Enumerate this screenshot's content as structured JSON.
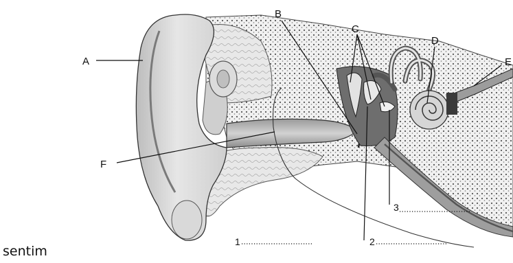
{
  "labels": {
    "a": "A",
    "b": "B",
    "c": "C",
    "d": "D",
    "e": "E",
    "f": "F"
  },
  "blanks": {
    "one": "1",
    "two": "2",
    "three": "3"
  },
  "caption": "sentim"
}
